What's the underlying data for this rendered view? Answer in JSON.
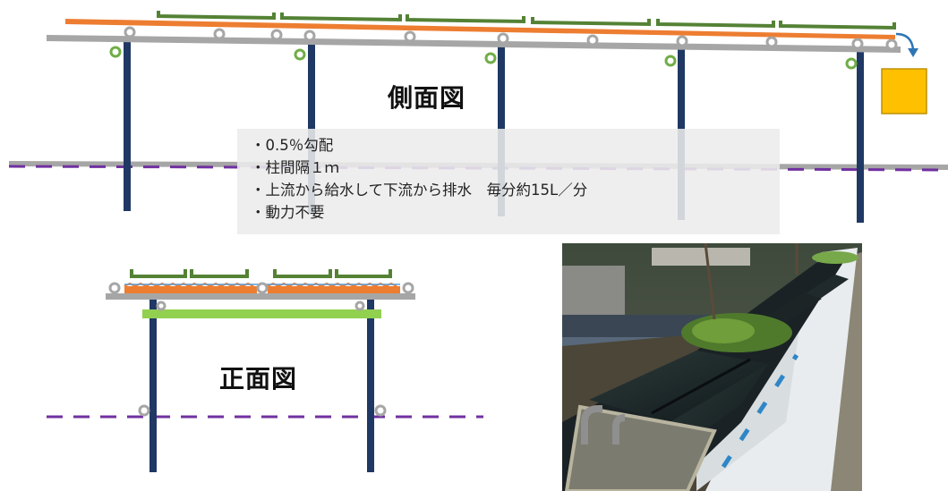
{
  "side_view": {
    "title": "側面図"
  },
  "front_view": {
    "title": "正面図"
  },
  "specs": [
    "・0.5％勾配",
    "・柱間隔１ｍ",
    "・上流から給水して下流から排水　毎分約15L／分",
    "・動力不要"
  ],
  "colors": {
    "trough_orange": "#ed7d31",
    "rail_gray": "#a6a6a6",
    "post_navy": "#1f3864",
    "tray_green": "#548235",
    "beam_lightgreen": "#92d050",
    "ground_purple": "#7030a0",
    "tank_yellow": "#ffc000",
    "arrow_blue": "#2e75b6"
  },
  "photo": {
    "description_icon": "greenhouse-hydroponic-bed-photo"
  }
}
